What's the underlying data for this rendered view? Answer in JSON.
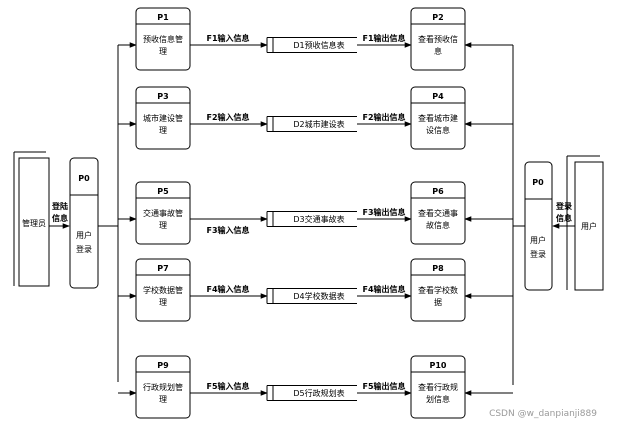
{
  "entities": {
    "admin": {
      "label": "管理员"
    },
    "user": {
      "label": "用户"
    }
  },
  "login_flow_left": [
    "登陆",
    "信息"
  ],
  "login_flow_right": [
    "登录",
    "信息"
  ],
  "login_process_left": {
    "id": "P0",
    "lines": [
      "用户",
      "登录"
    ]
  },
  "login_process_right": {
    "id": "P0",
    "lines": [
      "用户",
      "登录"
    ]
  },
  "rows": [
    {
      "left": {
        "id": "P1",
        "lines": [
          "预收信息管",
          "理"
        ]
      },
      "in_flow": "F1输入信息",
      "store": "D1预收信息表",
      "out_flow": "F1输出信息",
      "right": {
        "id": "P2",
        "lines": [
          "查看预收信",
          "息"
        ]
      }
    },
    {
      "left": {
        "id": "P3",
        "lines": [
          "城市建设管",
          "理"
        ]
      },
      "in_flow": "F2输入信息",
      "store": "D2城市建设表",
      "out_flow": "F2输出信息",
      "right": {
        "id": "P4",
        "lines": [
          "查看城市建",
          "设信息"
        ]
      }
    },
    {
      "left": {
        "id": "P5",
        "lines": [
          "交通事故管",
          "理"
        ]
      },
      "in_flow": "F3输入信息",
      "store": "D3交通事故表",
      "out_flow": "F3输出信息",
      "right": {
        "id": "P6",
        "lines": [
          "查看交通事",
          "故信息"
        ]
      }
    },
    {
      "left": {
        "id": "P7",
        "lines": [
          "学校数据管",
          "理"
        ]
      },
      "in_flow": "F4输入信息",
      "store": "D4学校数据表",
      "out_flow": "F4输出信息",
      "right": {
        "id": "P8",
        "lines": [
          "查看学校数",
          "据"
        ]
      }
    },
    {
      "left": {
        "id": "P9",
        "lines": [
          "行政规划管",
          "理"
        ]
      },
      "in_flow": "F5输入信息",
      "store": "D5行政规划表",
      "out_flow": "F5输出信息",
      "right": {
        "id": "P10",
        "lines": [
          "查看行政规",
          "划信息"
        ]
      }
    }
  ],
  "watermark": "CSDN @w_danpianji889"
}
